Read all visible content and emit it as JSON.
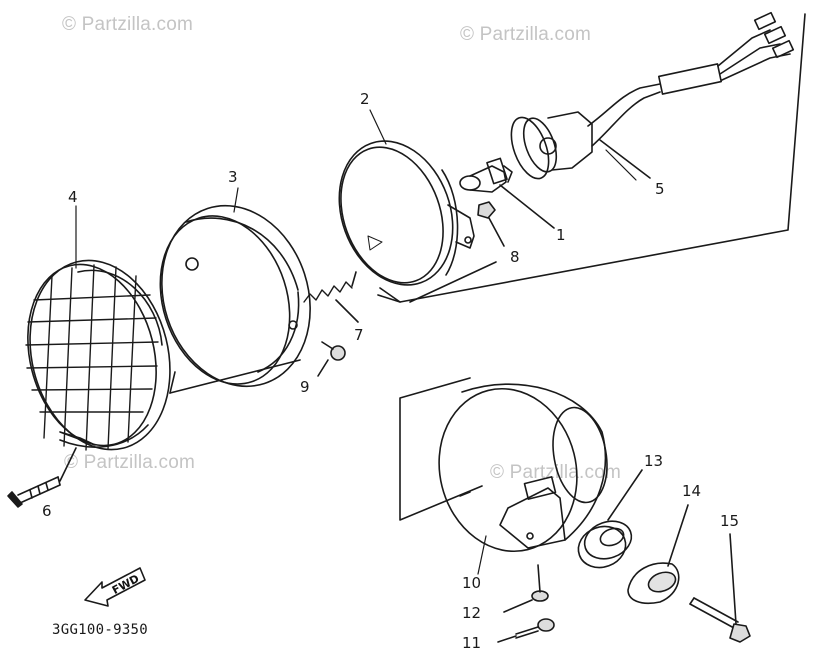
{
  "watermark": "© Partzilla.com",
  "diagram_code": "3GG100-9350",
  "fwd_label": "FWD",
  "callouts": {
    "c1": "1",
    "c2": "2",
    "c3": "3",
    "c4": "4",
    "c5": "5",
    "c6": "6",
    "c7": "7",
    "c8": "8",
    "c9": "9",
    "c10": "10",
    "c11": "11",
    "c12": "12",
    "c13": "13",
    "c14": "14",
    "c15": "15"
  },
  "colors": {
    "line": "#1a1a1a",
    "watermark": "#c4c4c4",
    "background": "#ffffff"
  }
}
